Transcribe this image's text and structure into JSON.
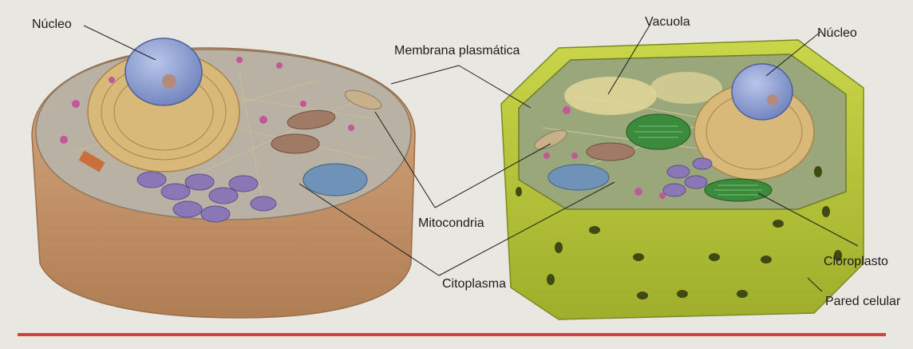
{
  "labels": {
    "nucleo_left": "Núcleo",
    "membrana": "Membrana plasmática",
    "mitocondria": "Mitocondria",
    "citoplasma": "Citoplasma",
    "vacuola": "Vacuola",
    "nucleo_right": "Núcleo",
    "cloroplasto": "Cloroplasto",
    "pared": "Pared celular"
  },
  "colors": {
    "background": "#e9e7e2",
    "animal_cell": "#c9966b",
    "plant_cell": "#b7c43a",
    "nucleus": "#8fa2d4",
    "golgi": "#8a77b6",
    "er": "#d9b97a",
    "mitochondria": "#a07a64",
    "chloroplast": "#3c8a3c",
    "vesicle": "#c2589a",
    "bottom_rule": "#d5403a"
  }
}
